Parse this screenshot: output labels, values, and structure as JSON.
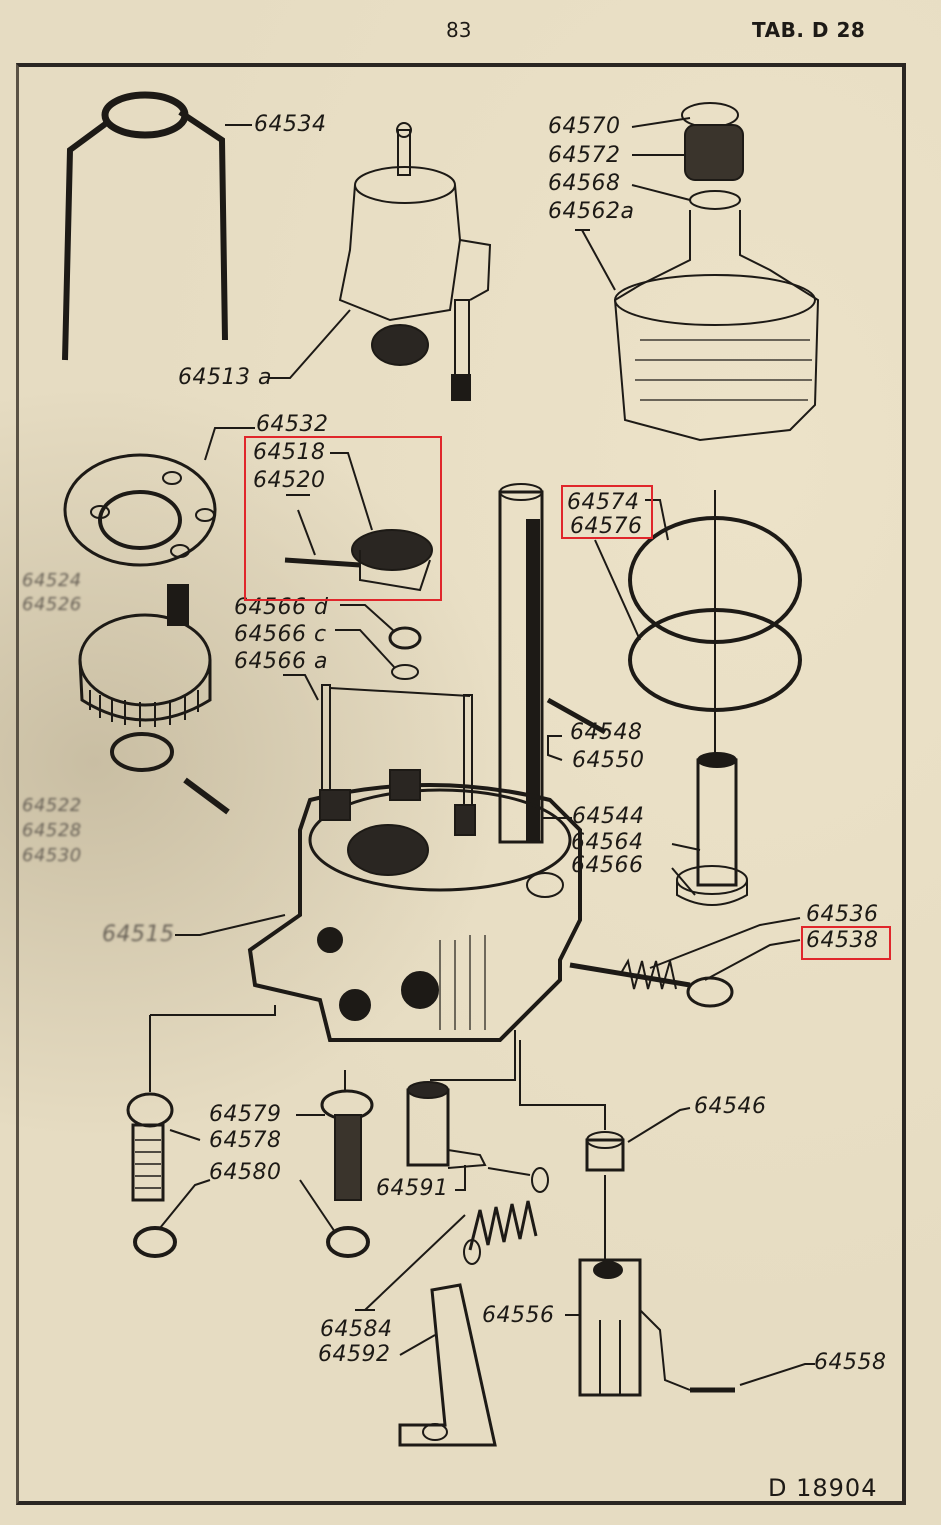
{
  "header": {
    "page_number": "83",
    "table_label": "TAB. D 28"
  },
  "footer": {
    "drawing_id": "D 18904"
  },
  "highlight_color": "#e0262b",
  "parts": {
    "p64534": "64534",
    "p64513a": "64513 a",
    "p64570": "64570",
    "p64572": "64572",
    "p64568": "64568",
    "p64562a": "64562a",
    "p64532": "64532",
    "p64518": "64518",
    "p64520": "64520",
    "p64574": "64574",
    "p64576": "64576",
    "p64524": "64524",
    "p64526": "64526",
    "p64566d": "64566 d",
    "p64566c": "64566 c",
    "p64566a": "64566 a",
    "p64548": "64548",
    "p64550": "64550",
    "p64522": "64522",
    "p64528": "64528",
    "p64530": "64530",
    "p64544": "64544",
    "p64564": "64564",
    "p64566": "64566",
    "p64515": "64515",
    "p64536": "64536",
    "p64538": "64538",
    "p64579": "64579",
    "p64578": "64578",
    "p64580": "64580",
    "p64591": "64591",
    "p64546": "64546",
    "p64584": "64584",
    "p64592": "64592",
    "p64556": "64556",
    "p64558": "64558"
  },
  "highlighted_groups": [
    [
      "64518",
      "64520"
    ],
    [
      "64574",
      "64576"
    ],
    [
      "64538"
    ]
  ]
}
